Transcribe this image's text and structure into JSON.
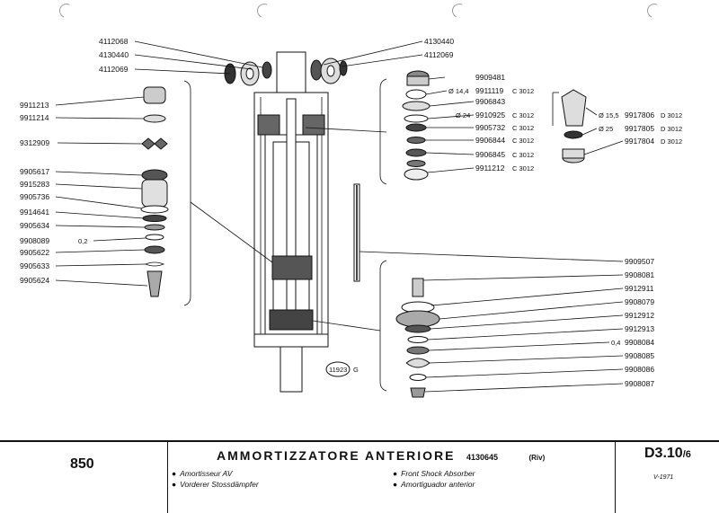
{
  "footer": {
    "model": "850",
    "title": "AMMORTIZZATORE ANTERIORE",
    "part_code": "4130645",
    "supplier": "(Riv)",
    "translations": [
      "Amortisseur AV",
      "Vorderer Stossdämpfer",
      "Front Shock Absorber",
      "Amortiguador anterior"
    ],
    "ref_code": "D3.10",
    "ref_sub": "/6",
    "date": "V-1971"
  },
  "diagram": {
    "top_labels": [
      "4112068",
      "4130440",
      "4112069",
      "4130440",
      "4112069"
    ],
    "left_labels": [
      "9911213",
      "9911214",
      "9312909",
      "9905617",
      "9915283",
      "9905736",
      "9914641",
      "9905634",
      "9908089",
      "9905622",
      "9905633",
      "9905624"
    ],
    "left_note": "0,2",
    "center_labels": [
      {
        "diam": "",
        "code": "9909481",
        "ref": ""
      },
      {
        "diam": "Ø 14,4",
        "code": "9911119",
        "ref": "C 3012"
      },
      {
        "diam": "",
        "code": "9906843",
        "ref": ""
      },
      {
        "diam": "Ø 24",
        "code": "9910925",
        "ref": "C 3012"
      },
      {
        "diam": "",
        "code": "9905732",
        "ref": "C 3012"
      },
      {
        "diam": "",
        "code": "9906844",
        "ref": "C 3012"
      },
      {
        "diam": "",
        "code": "9906845",
        "ref": "C 3012"
      },
      {
        "diam": "",
        "code": "9911212",
        "ref": "C 3012"
      }
    ],
    "right_top_labels": [
      {
        "diam": "Ø 15,5",
        "code": "9917806",
        "ref": "D 3012"
      },
      {
        "diam": "Ø 25",
        "code": "9917805",
        "ref": "D 3012"
      },
      {
        "diam": "",
        "code": "9917804",
        "ref": "D 3012"
      }
    ],
    "right_bottom_labels": [
      "9909507",
      "9908081",
      "9912911",
      "9908079",
      "9912912",
      "9912913",
      "9908084",
      "9908085",
      "9908086",
      "9908087"
    ],
    "right_bottom_note": "0,4",
    "drawing_ref": "11923",
    "drawing_suffix": "G"
  }
}
